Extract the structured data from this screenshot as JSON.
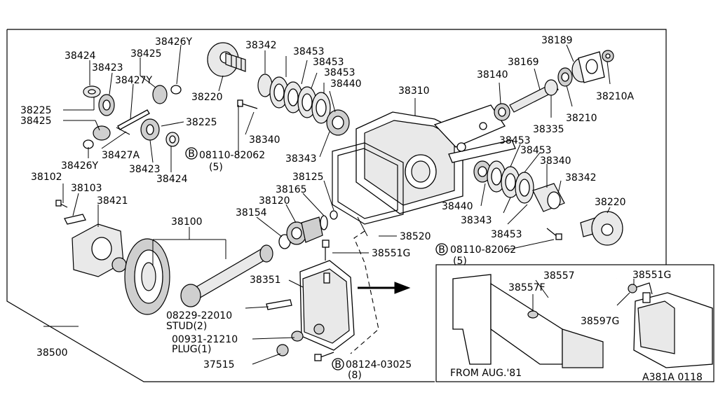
{
  "labels": {
    "p38426Y_top": "38426Y",
    "p38424_top": "38424",
    "p38425_top": "38425",
    "p38423_top": "38423",
    "p38427Y": "38427Y",
    "p38220_left": "38220",
    "p38342_top": "38342",
    "p38453_a": "38453",
    "p38453_b": "38453",
    "p38453_c": "38453",
    "p38440_top": "38440",
    "p38310": "38310",
    "p38189": "38189",
    "p38169": "38169",
    "p38140": "38140",
    "p38210A": "38210A",
    "p38210": "38210",
    "p38335": "38335",
    "p38225_a": "38225",
    "p38425_b": "38425",
    "p38225_b": "38225",
    "p38340_top": "38340",
    "p38427A": "38427A",
    "p38426Y_b": "38426Y",
    "p38423_b": "38423",
    "p38424_b": "38424",
    "p38343_top": "38343",
    "bolt_top_code": "08110-82062",
    "bolt_top_qty": "(5)",
    "p38453_d": "38453",
    "p38453_e": "38453",
    "p38340_r": "38340",
    "p38342_r": "38342",
    "p38102": "38102",
    "p38103": "38103",
    "p38421": "38421",
    "p38125": "38125",
    "p38165": "38165",
    "p38120": "38120",
    "p38154": "38154",
    "p38100": "38100",
    "p38440_r": "38440",
    "p38343_r": "38343",
    "p38453_f": "38453",
    "p38220_r": "38220",
    "p38520": "38520",
    "p38551G": "38551G",
    "bolt_right_code": "08110-82062",
    "bolt_right_qty": "(5)",
    "p38351": "38351",
    "stud_code": "08229-22010",
    "stud_name": "STUD(2)",
    "plug_code": "00931-21210",
    "plug_name": "PLUG(1)",
    "p37515": "37515",
    "p38500": "38500",
    "bolt_bot_code": "08124-03025",
    "bolt_bot_qty": "(8)",
    "bolt_marker": "B",
    "inset_38557": "38557",
    "inset_38557F": "38557F",
    "inset_38551G": "38551G",
    "inset_38597G": "38597G",
    "inset_note": "FROM AUG.'81",
    "figure_code": "A381A 0118"
  }
}
